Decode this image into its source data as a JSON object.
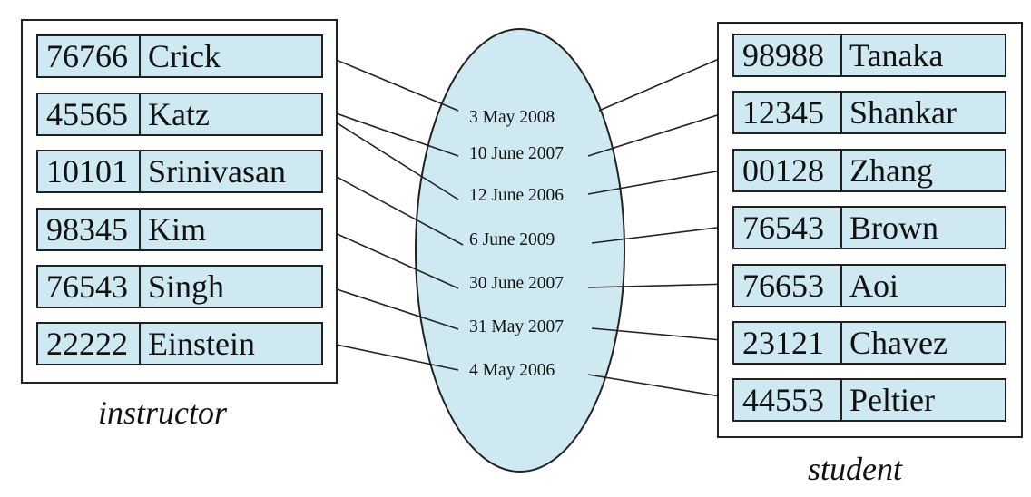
{
  "instructor": {
    "title": "instructor",
    "rows": [
      {
        "id": "76766",
        "name": "Crick"
      },
      {
        "id": "45565",
        "name": "Katz"
      },
      {
        "id": "10101",
        "name": "Srinivasan"
      },
      {
        "id": "98345",
        "name": "Kim"
      },
      {
        "id": "76543",
        "name": "Singh"
      },
      {
        "id": "22222",
        "name": "Einstein"
      }
    ]
  },
  "student": {
    "title": "student",
    "rows": [
      {
        "id": "98988",
        "name": "Tanaka"
      },
      {
        "id": "12345",
        "name": "Shankar"
      },
      {
        "id": "00128",
        "name": "Zhang"
      },
      {
        "id": "76543",
        "name": "Brown"
      },
      {
        "id": "76653",
        "name": "Aoi"
      },
      {
        "id": "23121",
        "name": "Chavez"
      },
      {
        "id": "44553",
        "name": "Peltier"
      }
    ]
  },
  "relationship": {
    "dates": [
      "3 May 2008",
      "10 June 2007",
      "12 June 2006",
      "6 June 2009",
      "30 June 2007",
      "31 May 2007",
      "4 May 2006"
    ],
    "instructor_links": [
      [
        0,
        0
      ],
      [
        1,
        1
      ],
      [
        1,
        2
      ],
      [
        2,
        3
      ],
      [
        3,
        4
      ],
      [
        4,
        5
      ],
      [
        5,
        6
      ]
    ],
    "student_links": [
      [
        0,
        0
      ],
      [
        1,
        1
      ],
      [
        2,
        2
      ],
      [
        3,
        3
      ],
      [
        4,
        4
      ],
      [
        5,
        5
      ],
      [
        6,
        6
      ]
    ],
    "fill_color": "#cfe9f3",
    "row_fill_color": "#cfe9f3"
  }
}
